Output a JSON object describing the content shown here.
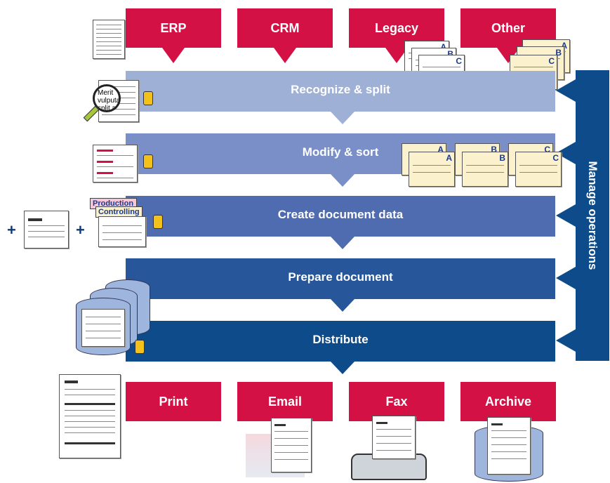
{
  "sources": [
    "ERP",
    "CRM",
    "Legacy",
    "Other"
  ],
  "outputs": [
    "Print",
    "Email",
    "Fax",
    "Archive"
  ],
  "steps": [
    {
      "label": "Recognize & split",
      "color": "#9fb0d6"
    },
    {
      "label": "Modify & sort",
      "color": "#7a8fc8"
    },
    {
      "label": "Create document data",
      "color": "#4f6cb0"
    },
    {
      "label": "Prepare document",
      "color": "#27569a"
    },
    {
      "label": "Distribute",
      "color": "#0e4b8a"
    }
  ],
  "manage_label": "Manage operations",
  "doc_letters": [
    "A",
    "B",
    "C"
  ],
  "stacked_tags": [
    "Production",
    "Controlling"
  ],
  "magnifier_text": [
    "Merit",
    "vulputa",
    "split a"
  ],
  "plus_sign": "+",
  "colors": {
    "red": "#d31145",
    "manage": "#0e4b8a"
  }
}
